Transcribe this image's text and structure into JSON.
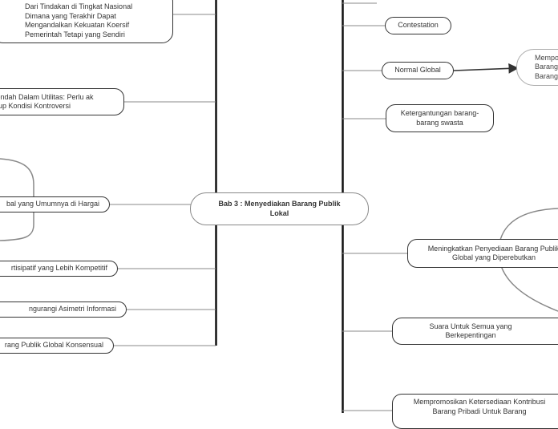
{
  "central": "Bab 3 : Menyediakan Barang Publik Lokal",
  "left_branches": [
    "Dari Tindakan di Tingkat Nasional Dimana yang Terakhir Dapat Mengandalkan Kekuatan Koersif Pemerintah Tetapi yang Sendiri",
    "s Rendah Dalam Utilitas: Perlu ak Cukup Kondisi Kontroversi",
    "bal yang Umumnya di Hargai",
    "rtisipatif yang Lebih Kompetitif",
    "ngurangi Asimetri Informasi",
    "rang Publik Global Konsensual"
  ],
  "right_branches": [
    "Contestation",
    "Normal Global",
    "Ketergantungan barang-barang swasta",
    "Meningkatkan Penyediaan Barang Publik Global yang Diperebutkan",
    "Suara Untuk Semua yang Berkepentingan",
    "Mempromosikan Ketersediaan Kontribusi Barang Pribadi Untuk Barang"
  ],
  "sub_node": "Mempo Barang Barang"
}
